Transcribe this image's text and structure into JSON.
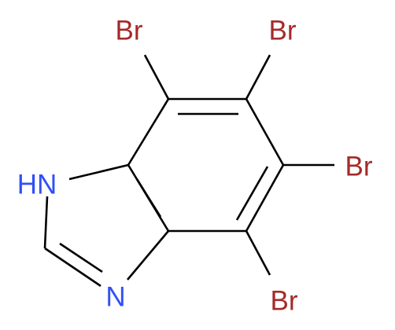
{
  "molecule": {
    "atoms": {
      "br_top_left": "Br",
      "br_top_right": "Br",
      "br_right": "Br",
      "br_bottom": "Br",
      "nh": "HN",
      "n": "N"
    },
    "colors": {
      "bromine": "#a52a2a",
      "nitrogen": "#3050f8",
      "bond": "#000000",
      "background": "#ffffff"
    }
  }
}
